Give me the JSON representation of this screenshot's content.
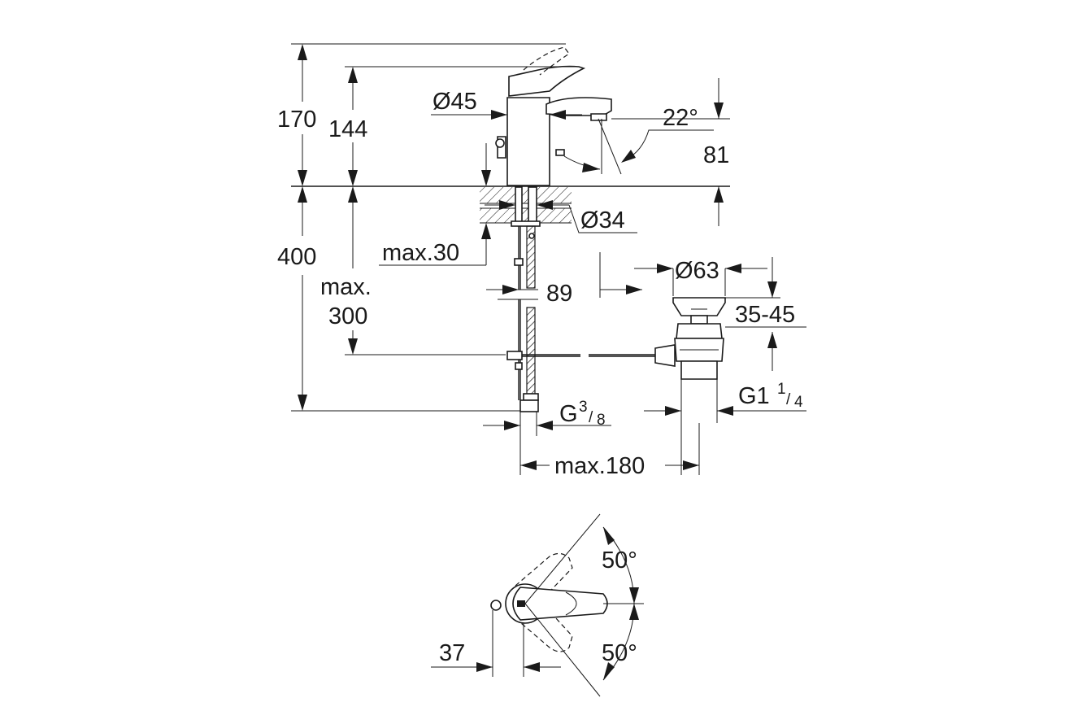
{
  "labels": {
    "height_170": "170",
    "height_144": "144",
    "dia_45": "Ø45",
    "angle_22": "22°",
    "dim_81": "81",
    "height_400": "400",
    "dia_34": "Ø34",
    "max_30": "max.30",
    "dim_89": "89",
    "max_300_line1": "max.",
    "max_300_line2": "300",
    "dia_63": "Ø63",
    "range_35_45": "35-45",
    "thread_g1_main": "G1",
    "thread_g1_num": "1",
    "thread_g1_den": "4",
    "thread_g38_main": "G",
    "thread_g38_num": "3",
    "thread_g38_den": "8",
    "max_180": "max.180",
    "angle_50_top": "50°",
    "angle_50_bottom": "50°",
    "dim_37": "37"
  },
  "colors": {
    "line": "#1a1a1a",
    "background": "#ffffff"
  }
}
